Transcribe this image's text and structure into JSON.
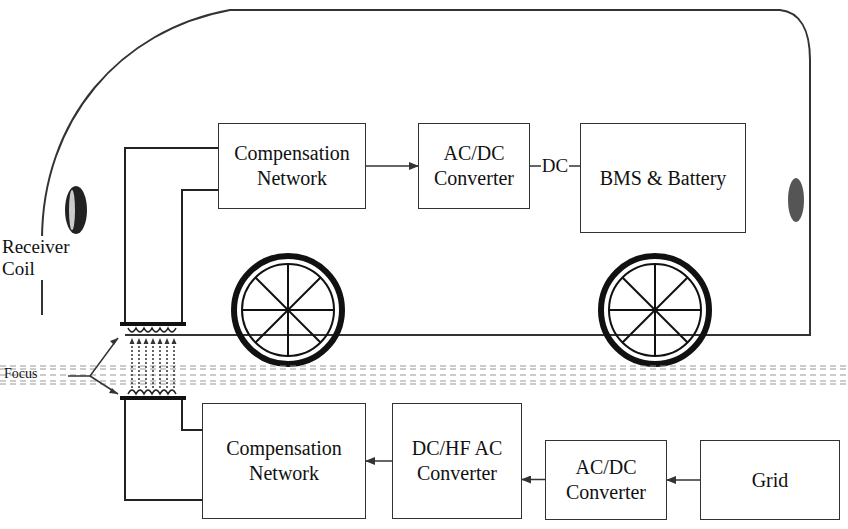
{
  "diagram": {
    "nodes": [
      {
        "text": [
          "Compensation Network"
        ]
      },
      {
        "text": [
          "AC/DC Converter"
        ]
      },
      {
        "text": [
          "BMS & Battery"
        ]
      },
      {
        "text": [
          "Compensation Network"
        ]
      },
      {
        "text": [
          "DC/HF AC Converter"
        ]
      },
      {
        "text": [
          "AC/DC Converter"
        ]
      },
      {
        "text": [
          "Grid"
        ]
      }
    ],
    "edges": [
      {
        "from": 0,
        "to": 1,
        "arrow": "to"
      },
      {
        "from": 1,
        "to": 2,
        "label": "DC",
        "arrow": "none"
      },
      {
        "from": 6,
        "to": 5,
        "arrow": "to"
      },
      {
        "from": 5,
        "to": 4,
        "arrow": "to"
      },
      {
        "from": 4,
        "to": 3,
        "arrow": "to"
      }
    ],
    "labels": [
      "Receiver Coil",
      "Focus"
    ]
  }
}
